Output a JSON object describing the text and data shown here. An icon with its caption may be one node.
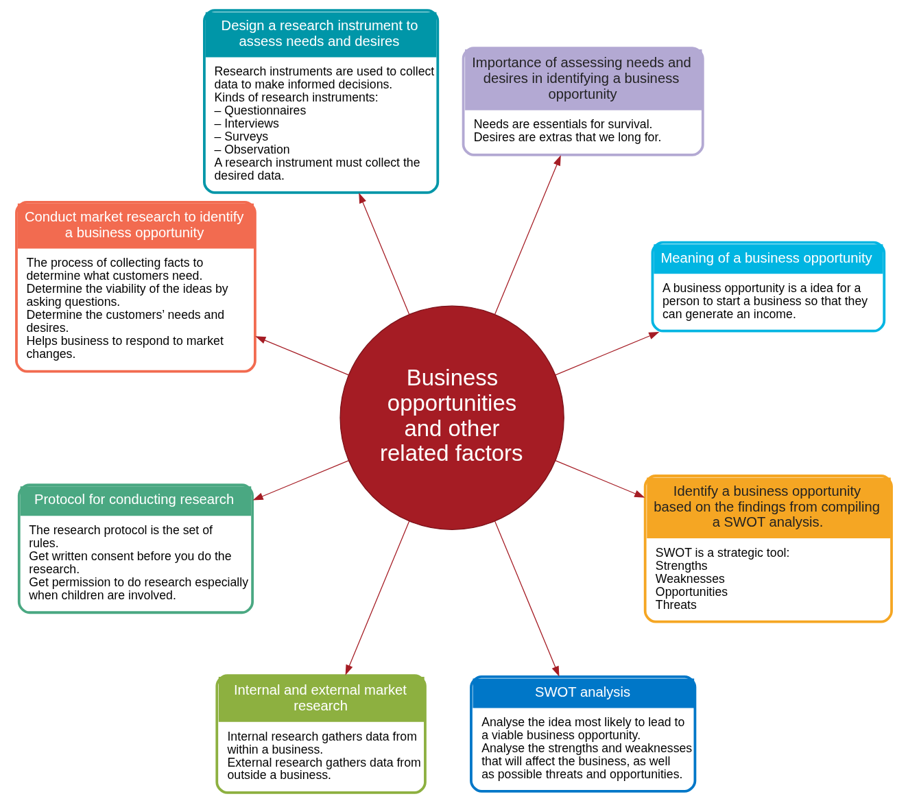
{
  "diagram": {
    "nodes": [
      {
        "text": [
          "Meaning of a business opportunity",
          "A business opportunity is a idea for a person to start a business so that they can generate an income."
        ]
      },
      {
        "text": [
          "Importance of assessing needs and desires in identifying a business opportunity",
          "Needs are essentials for survival. Desires are extras that we long for."
        ]
      },
      {
        "text": [
          "Design a research instrument to assess needs and desires",
          "Research instruments are used to collect data to make informed decisions.",
          "Kinds of research instruments:",
          "– Questionnaires",
          "– Interviews",
          "– Surveys",
          "– Observation",
          "A research instrument must collect the desired data."
        ]
      },
      {
        "text": [
          "Conduct market research to identify a business opportunity",
          "The process of collecting facts to determine what customers need.",
          "Determine the viability of the ideas by asking questions.",
          "Determine the customers’ needs and desires.",
          "Helps business to respond to market changes."
        ]
      },
      {
        "text": [
          "Business opportunities and other related factors"
        ]
      },
      {
        "text": [
          "Protocol for conducting research",
          "The research protocol is the set of rules.",
          "Get written consent before you do the research.",
          "Get permission to do research especially when children are involved."
        ]
      },
      {
        "text": [
          "Internal and external market research",
          "Internal research gathers data from within a business.",
          "External research gathers data from outside a business."
        ]
      },
      {
        "text": [
          "SWOT analysis",
          "Analyse the idea most likely to lead to a viable business opportunity.",
          "Analyse the strengths and weaknesses that will affect the business, as well as possible threats and opportunities."
        ]
      },
      {
        "text": [
          "Identify a business opportunity based on the findings from compiling a SWOT analysis.",
          "SWOT is a strategic tool:",
          "Strengths",
          "Weaknesses",
          "Opportunities",
          "Threats"
        ]
      }
    ],
    "edges": [
      {
        "from": 4,
        "to": 0,
        "arrow": "to"
      },
      {
        "from": 4,
        "to": 1,
        "arrow": "to"
      },
      {
        "from": 4,
        "to": 2,
        "arrow": "to"
      },
      {
        "from": 4,
        "to": 5,
        "arrow": "to"
      },
      {
        "from": 4,
        "to": 8,
        "arrow": "to"
      },
      {
        "from": 4,
        "to": 7,
        "arrow": "to"
      },
      {
        "from": 4,
        "to": 6,
        "arrow": "to"
      },
      {
        "from": 4,
        "to": 3,
        "arrow": "to"
      }
    ]
  }
}
